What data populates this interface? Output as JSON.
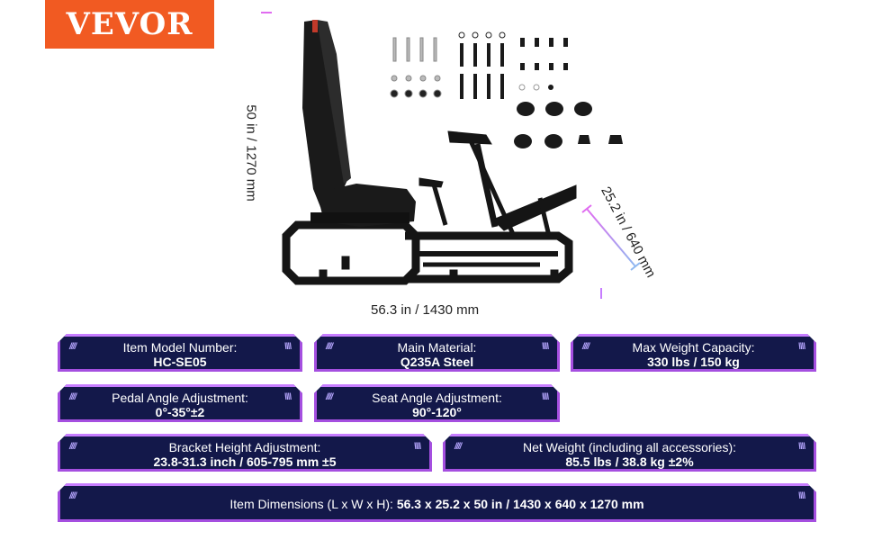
{
  "brand": {
    "logo_text": "VEVOR",
    "color": "#f15a22"
  },
  "dimensions": {
    "height": "50 in / 1270 mm",
    "length": "56.3 in / 1430 mm",
    "width": "25.2 in / 640 mm"
  },
  "specs": {
    "model": {
      "label": "Item Model Number:",
      "value": "HC-SE05"
    },
    "material": {
      "label": "Main Material:",
      "value": "Q235A Steel"
    },
    "weight_capacity": {
      "label": "Max Weight Capacity:",
      "value": "330 lbs / 150 kg"
    },
    "pedal_angle": {
      "label": "Pedal Angle Adjustment:",
      "value": "0°-35°±2"
    },
    "seat_angle": {
      "label": "Seat Angle Adjustment:",
      "value": "90°-120°"
    },
    "bracket_height": {
      "label": "Bracket Height Adjustment:",
      "value": "23.8-31.3 inch / 605-795 mm ±5"
    },
    "net_weight": {
      "label": "Net Weight (including all accessories):",
      "value": "85.5 lbs / 38.8 kg ±2%"
    },
    "item_dimensions": {
      "label": "Item Dimensions (L x W x H):",
      "value": "56.3 x 25.2 x 50 in / 1430 x 640 x 1270 mm"
    }
  },
  "colors": {
    "box_bg": "#13184a",
    "box_border": "#a54fe0",
    "dimension_line": "#c77dff"
  }
}
